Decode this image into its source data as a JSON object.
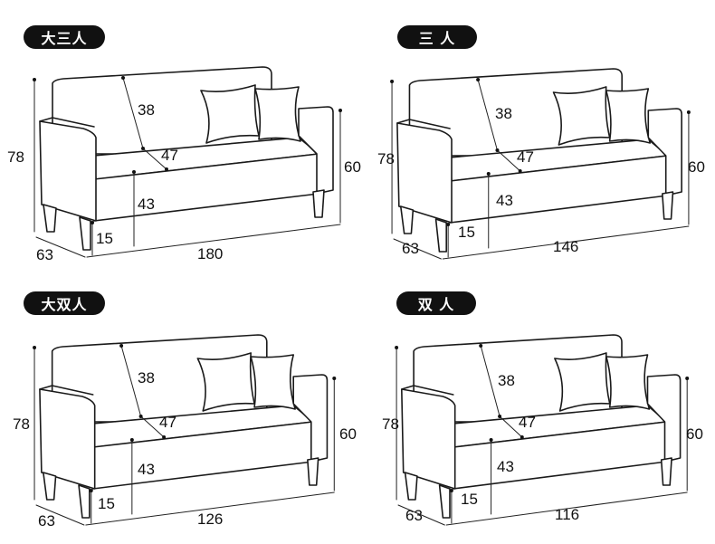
{
  "panels": [
    {
      "badge": "大三人",
      "height": "78",
      "seat_back": "38",
      "seat_depth": "47",
      "arm_height": "60",
      "seat_height": "43",
      "leg_height": "15",
      "depth": "63",
      "width": "180"
    },
    {
      "badge": "三 人",
      "height": "78",
      "seat_back": "38",
      "seat_depth": "47",
      "arm_height": "60",
      "seat_height": "43",
      "leg_height": "15",
      "depth": "63",
      "width": "146"
    },
    {
      "badge": "大双人",
      "height": "78",
      "seat_back": "38",
      "seat_depth": "47",
      "arm_height": "60",
      "seat_height": "43",
      "leg_height": "15",
      "depth": "63",
      "width": "126"
    },
    {
      "badge": "双 人",
      "height": "78",
      "seat_back": "38",
      "seat_depth": "47",
      "arm_height": "60",
      "seat_height": "43",
      "leg_height": "15",
      "depth": "63",
      "width": "116"
    }
  ]
}
